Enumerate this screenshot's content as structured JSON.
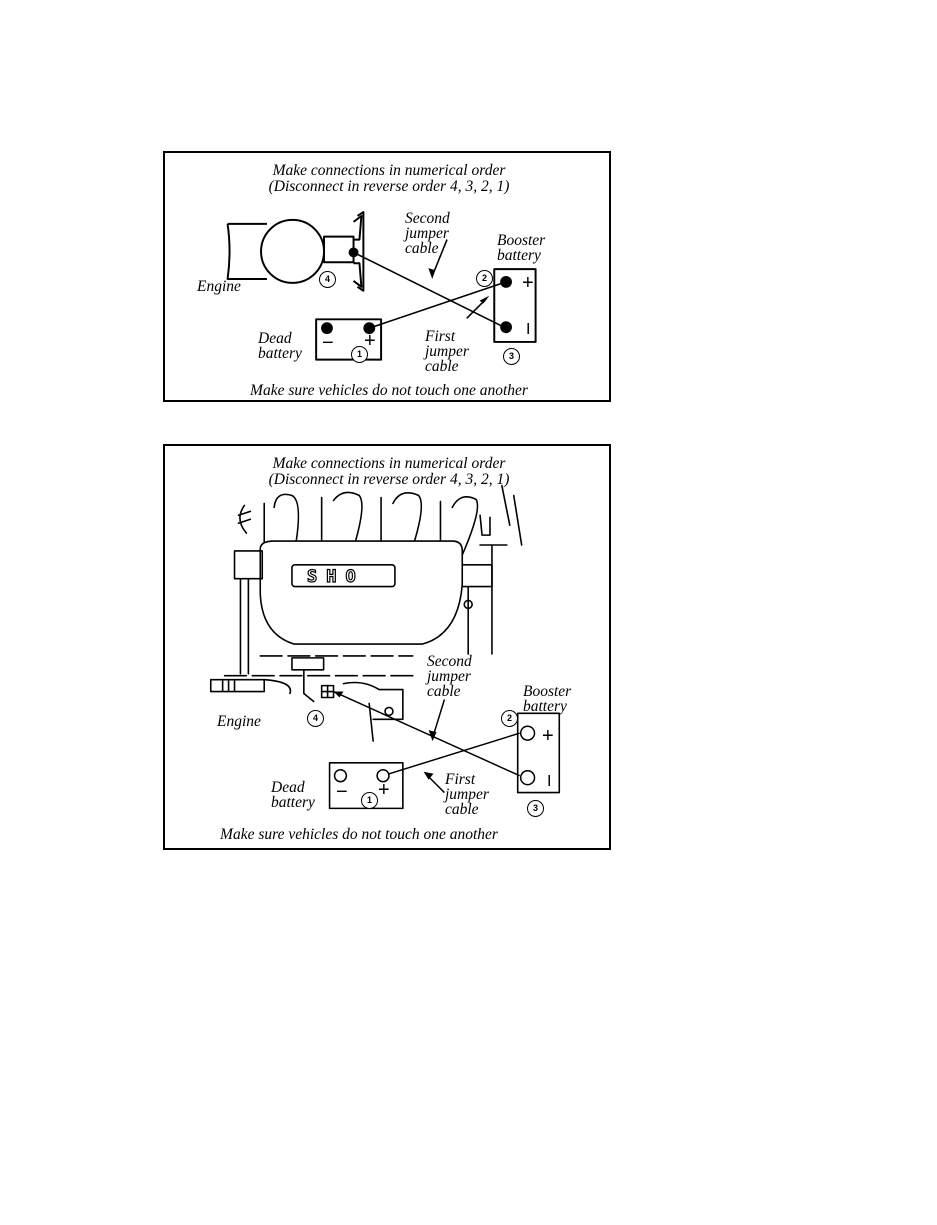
{
  "diagrams": [
    {
      "heading_line1": "Make connections in numerical order",
      "heading_line2": "(Disconnect in reverse order 4, 3, 2, 1)",
      "labels": {
        "second_cable": "Second\njumper\ncable",
        "booster": "Booster\nbattery",
        "engine": "Engine",
        "dead": "Dead\nbattery",
        "first_cable": "First\njumper\ncable"
      },
      "footer": "Make sure vehicles do not touch one another",
      "steps": [
        "1",
        "2",
        "3",
        "4"
      ],
      "terminals": {
        "plus": "+",
        "minus": "−",
        "booster_minus": "I"
      }
    },
    {
      "heading_line1": "Make connections in numerical order",
      "heading_line2": "(Disconnect in reverse order 4, 3, 2, 1)",
      "labels": {
        "second_cable": "Second\njumper\ncable",
        "booster": "Booster\nbattery",
        "engine": "Engine",
        "dead": "Dead\nbattery",
        "first_cable": "First\njumper\ncable"
      },
      "footer": "Make sure vehicles do not touch one another",
      "steps": [
        "1",
        "2",
        "3",
        "4"
      ],
      "terminals": {
        "plus": "+",
        "minus": "−",
        "booster_minus": "I"
      },
      "engine_badge": "SHO"
    }
  ]
}
